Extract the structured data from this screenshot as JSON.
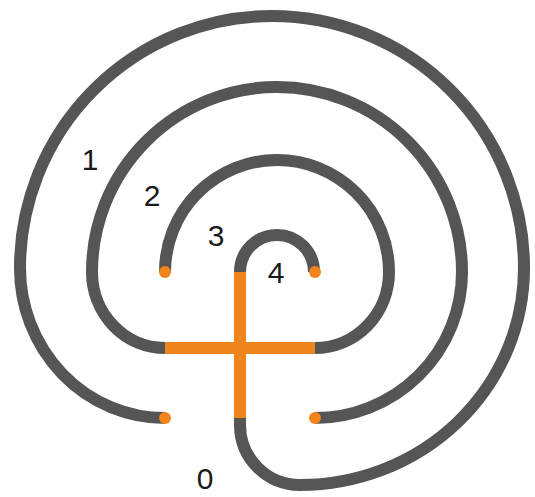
{
  "diagram": {
    "labels": [
      "1",
      "2",
      "3",
      "4",
      "0"
    ]
  }
}
